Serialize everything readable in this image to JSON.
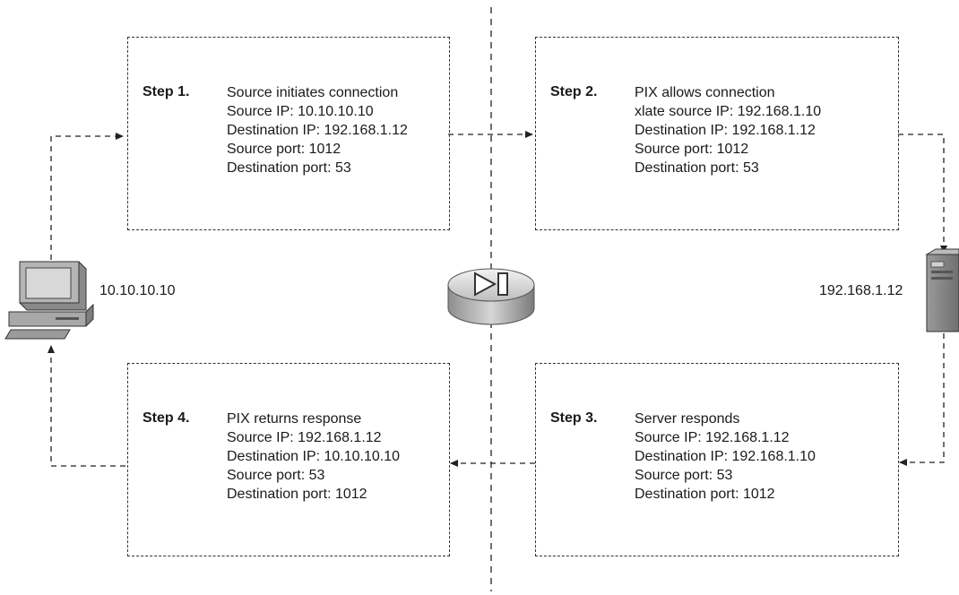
{
  "client": {
    "label": "10.10.10.10",
    "icon": "desktop-computer-icon"
  },
  "server": {
    "label": "192.168.1.12",
    "icon": "server-tower-icon"
  },
  "firewall": {
    "icon": "pix-firewall-icon"
  },
  "steps": [
    {
      "title": "Step 1.",
      "lines": [
        "Source initiates connection",
        "Source IP: 10.10.10.10",
        "Destination IP: 192.168.1.12",
        "Source port: 1012",
        "Destination port: 53"
      ]
    },
    {
      "title": "Step 2.",
      "lines": [
        "PIX allows connection",
        "xlate source IP: 192.168.1.10",
        "Destination IP: 192.168.1.12",
        "Source port: 1012",
        "Destination port: 53"
      ]
    },
    {
      "title": "Step 3.",
      "lines": [
        "Server responds",
        "Source IP: 192.168.1.12",
        "Destination IP: 192.168.1.10",
        "Source port: 53",
        "Destination port: 1012"
      ]
    },
    {
      "title": "Step 4.",
      "lines": [
        "PIX returns response",
        "Source IP: 192.168.1.12",
        "Destination IP: 10.10.10.10",
        "Source port: 53",
        "Destination port: 1012"
      ]
    }
  ]
}
